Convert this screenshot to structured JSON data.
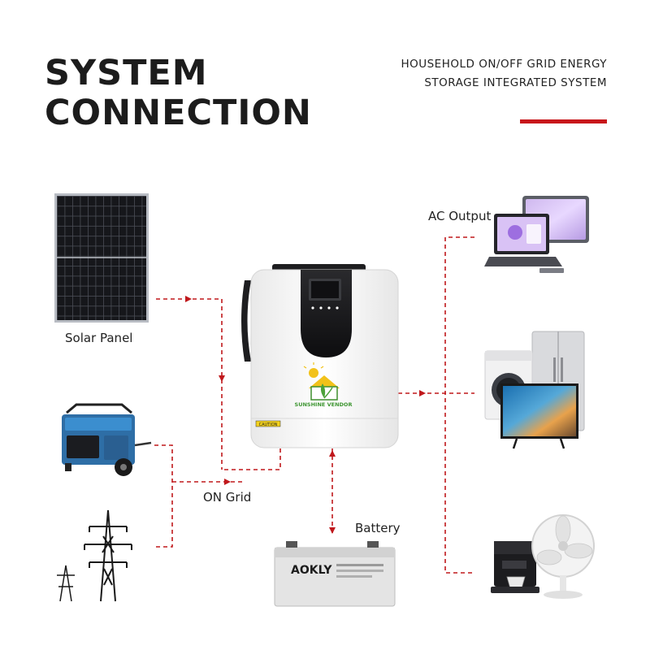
{
  "header": {
    "title_line1": "SYSTEM",
    "title_line2": "CONNECTION",
    "subtitle_line1": "HOUSEHOLD ON/OFF GRID ENERGY",
    "subtitle_line2": "STORAGE INTEGRATED SYSTEM"
  },
  "labels": {
    "solar_panel": "Solar Panel",
    "ac_output": "AC Output",
    "on_grid": "ON Grid",
    "battery": "Battery"
  },
  "device": {
    "brand": "SUNSHINE VENDOR",
    "warning": "CAUTION"
  },
  "battery_brand": "AOKLY",
  "colors": {
    "accent": "#c8171b",
    "connector": "#c0181c",
    "title": "#1c1c1c"
  },
  "icons": [
    "solar-panel-icon",
    "inverter-icon",
    "generator-icon",
    "power-tower-icon",
    "battery-icon",
    "tablet-laptop-icon",
    "fridge-washer-tv-icon",
    "coffee-fan-icon"
  ]
}
